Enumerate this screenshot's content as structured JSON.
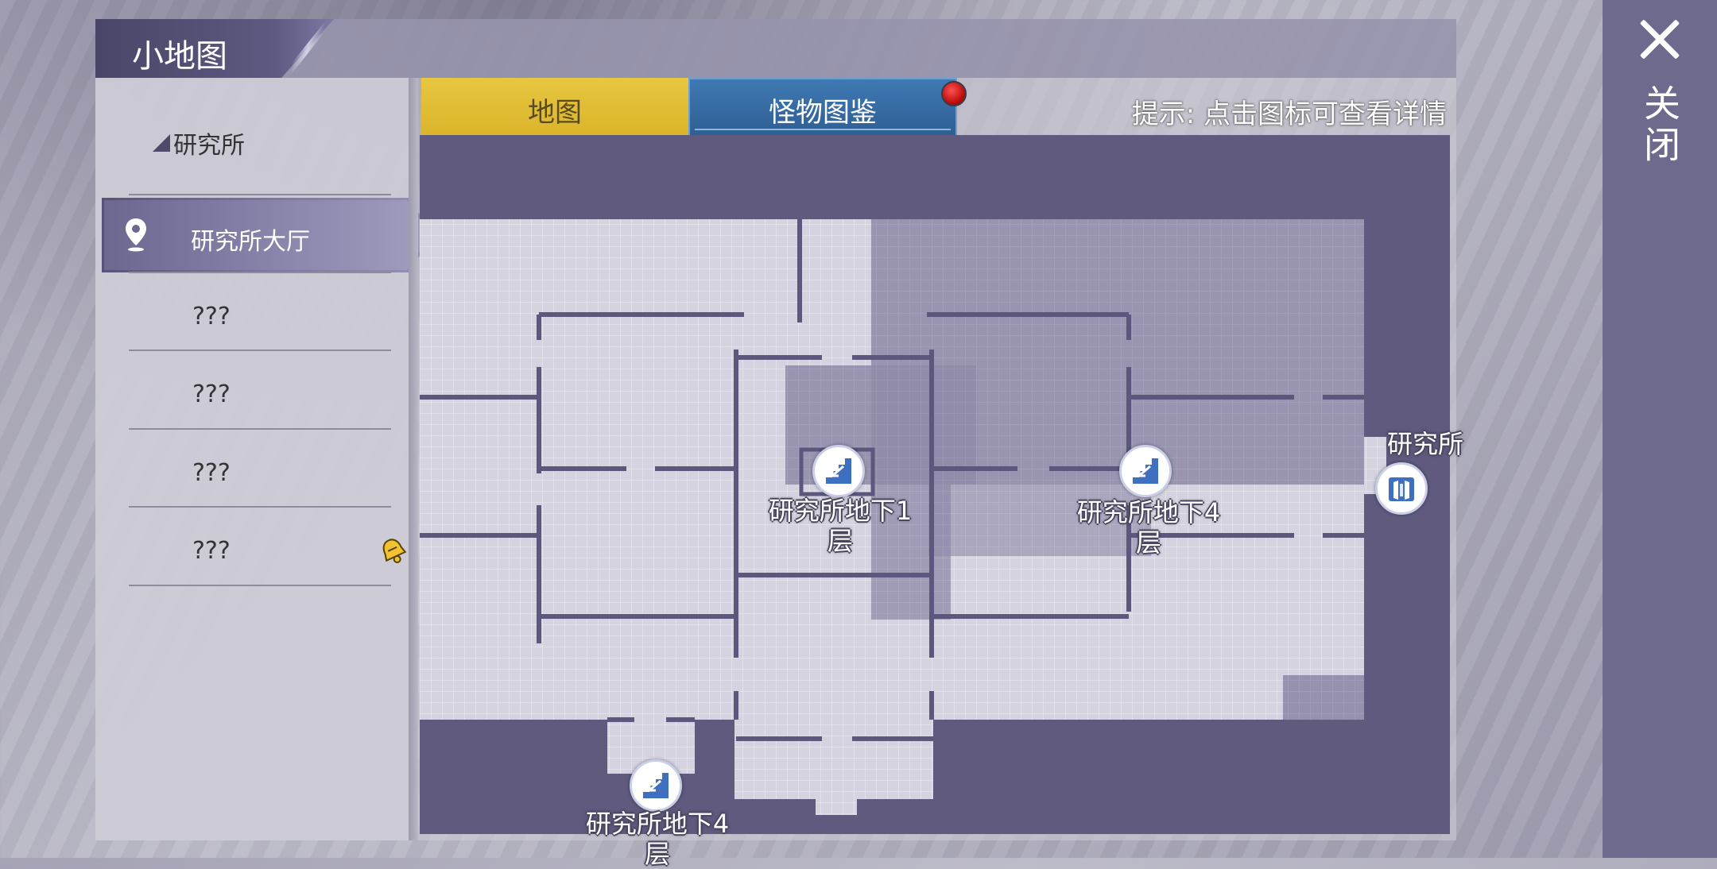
{
  "title": "小地图",
  "close_label": "关闭",
  "tabs": {
    "map": "地图",
    "monster": "怪物图鉴"
  },
  "hint": "提示: 点击图标可查看详情",
  "sidebar": {
    "group": "研究所",
    "active_item": "研究所大厅",
    "items": [
      "???",
      "???",
      "???",
      "???"
    ]
  },
  "map_markers": {
    "stairs_b1": "研究所地下1\n层",
    "stairs_b4_right": "研究所地下4\n层",
    "stairs_b4_bottom": "研究所地下4\n层",
    "exit": "研究所"
  },
  "icons": {
    "close": "close-icon",
    "pin": "location-pin-icon",
    "bell": "bell-icon",
    "stairs": "stairs-down-icon",
    "exit": "map-exit-icon"
  }
}
